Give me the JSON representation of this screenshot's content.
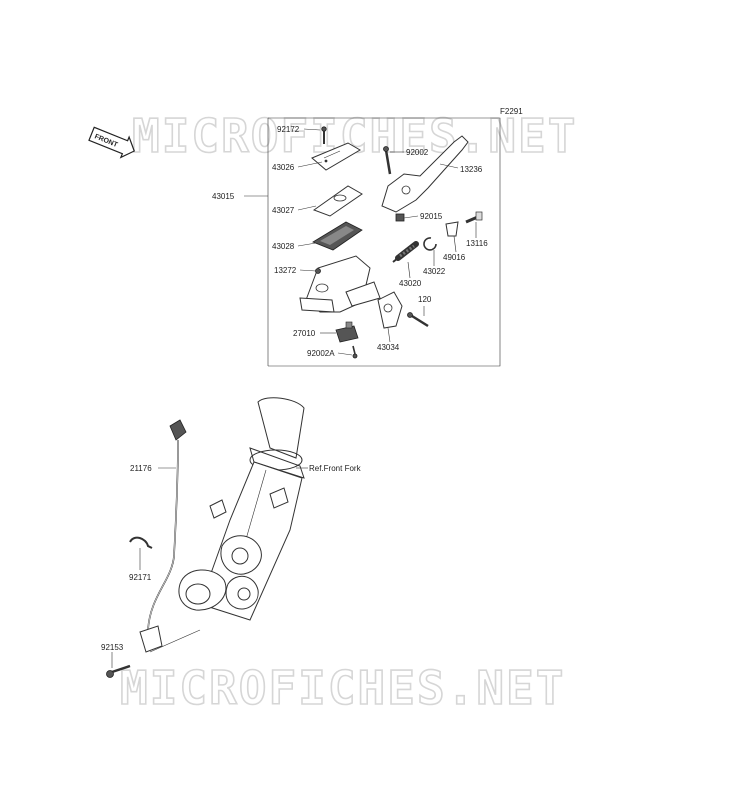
{
  "diagram": {
    "code": "F2291",
    "front_label": "FRONT",
    "watermark": "MICROFICHES.NET",
    "ref_note": "Ref.Front Fork",
    "parts": {
      "p92172": "92172",
      "p43026": "43026",
      "p43015": "43015",
      "p43027": "43027",
      "p43028": "43028",
      "p13272": "13272",
      "p27010": "27010",
      "p92002A": "92002A",
      "p92002": "92002",
      "p13236": "13236",
      "p92015": "92015",
      "p13116": "13116",
      "p49016": "49016",
      "p43022": "43022",
      "p43020": "43020",
      "p120": "120",
      "p43034": "43034",
      "p21176": "21176",
      "p92171": "92171",
      "p92153": "92153"
    }
  }
}
